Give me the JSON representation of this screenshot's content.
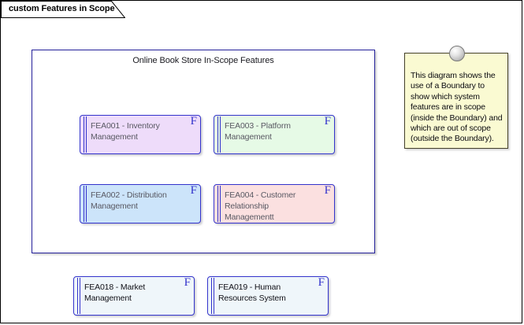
{
  "window": {
    "tab_label": "custom Features in Scope"
  },
  "boundary": {
    "title": "Online Book Store In-Scope Features",
    "border_color": "#231F99"
  },
  "features": [
    {
      "name": "FEA001 - Inventory Management",
      "glyph": "F",
      "fill": "#EEDCFA",
      "border": "#3333CC",
      "scope": "inside"
    },
    {
      "name": "FEA003 - Platform Management",
      "glyph": "F",
      "fill": "#E6FAE6",
      "border": "#3333CC",
      "scope": "inside"
    },
    {
      "name": "FEA002 - Distribution Management",
      "glyph": "F",
      "fill": "#CCE4FA",
      "border": "#3333CC",
      "scope": "inside"
    },
    {
      "name": "FEA004 - Customer Relationship Managementt",
      "glyph": "F",
      "fill": "#FBE0E0",
      "border": "#3333CC",
      "scope": "inside"
    },
    {
      "name": "FEA018 - Market Management",
      "glyph": "F",
      "fill": "#EFF6FA",
      "border": "#3333CC",
      "scope": "outside"
    },
    {
      "name": "FEA019 - Human Resources System",
      "glyph": "F",
      "fill": "#EFF6FA",
      "border": "#3333CC",
      "scope": "outside"
    }
  ],
  "note": {
    "text": "This diagram shows the use of a Boundary to show which system features are in scope (inside the Boundary) and which are out of scope (outside the Boundary).",
    "fill": "#FAFAD2",
    "pin_icon": "pin-circle-icon"
  }
}
